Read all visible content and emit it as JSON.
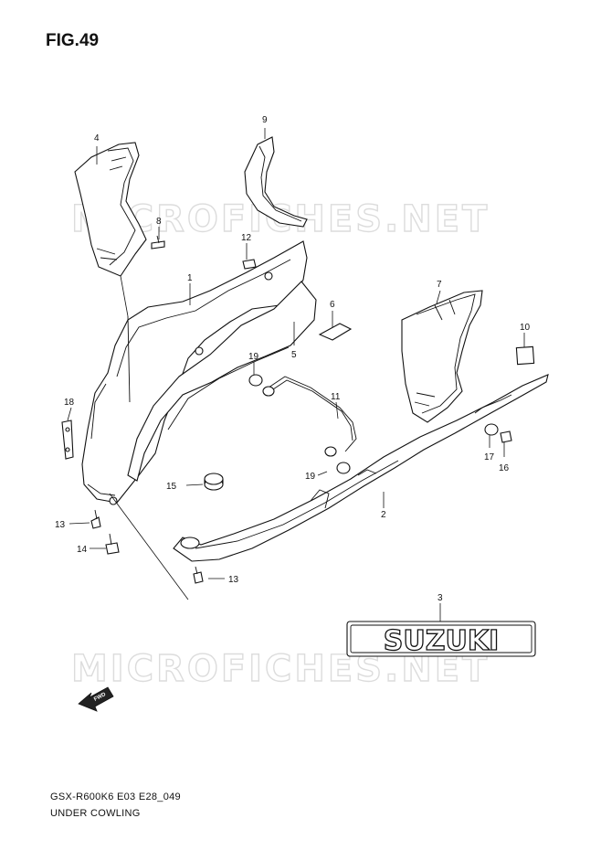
{
  "figure": {
    "title": "FIG.49",
    "code": "GSX-R600K6 E03 E28_049",
    "description": "UNDER COWLING"
  },
  "watermark": "MICROFICHES.NET",
  "emblem_text": "SUZUKI",
  "fwd_label": "FWD",
  "callouts": {
    "p1": "1",
    "p2": "2",
    "p3": "3",
    "p4": "4",
    "p5": "5",
    "p6": "6",
    "p7": "7",
    "p8": "8",
    "p9": "9",
    "p10": "10",
    "p11": "11",
    "p12": "12",
    "p13a": "13",
    "p13b": "13",
    "p14": "14",
    "p15": "15",
    "p16": "16",
    "p17": "17",
    "p18": "18",
    "p19a": "19",
    "p19b": "19"
  }
}
